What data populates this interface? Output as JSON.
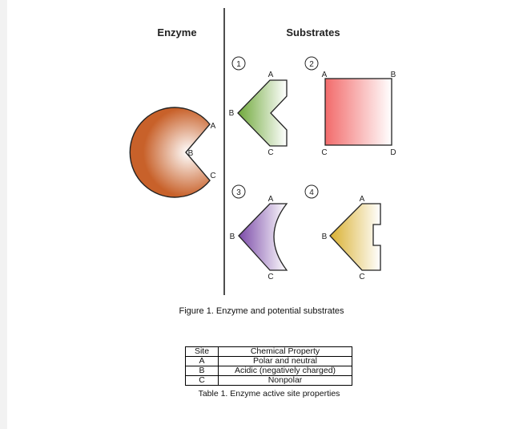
{
  "figure": {
    "enzyme_heading": "Enzyme",
    "substrates_heading": "Substrates",
    "caption": "Figure 1. Enzyme and potential substrates",
    "enzyme": {
      "site_labels": [
        "A",
        "B",
        "C"
      ],
      "color": "#c8612a"
    },
    "substrates": [
      {
        "number": "1",
        "labels": [
          "A",
          "B",
          "C"
        ],
        "color": "#6fa83a"
      },
      {
        "number": "2",
        "labels": [
          "A",
          "B",
          "C",
          "D"
        ],
        "color": "#f26b6b"
      },
      {
        "number": "3",
        "labels": [
          "A",
          "B",
          "C"
        ],
        "color": "#7b4aa8"
      },
      {
        "number": "4",
        "labels": [
          "A",
          "B",
          "C"
        ],
        "color": "#d9b030"
      }
    ]
  },
  "table": {
    "headers": [
      "Site",
      "Chemical Property"
    ],
    "rows": [
      [
        "A",
        "Polar and neutral"
      ],
      [
        "B",
        "Acidic (negatively charged)"
      ],
      [
        "C",
        "Nonpolar"
      ]
    ],
    "caption": "Table 1. Enzyme active site properties"
  }
}
